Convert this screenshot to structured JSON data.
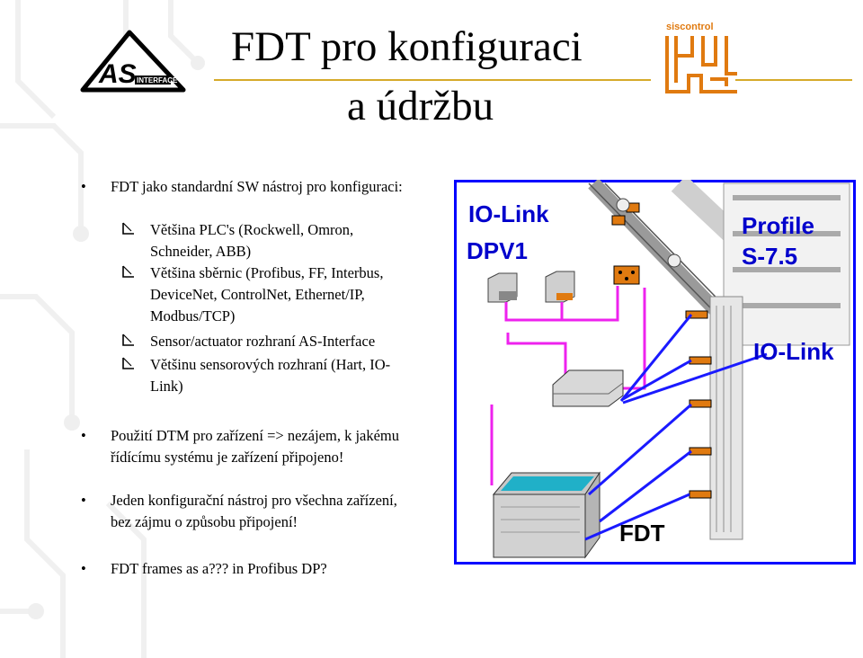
{
  "header": {
    "title_line1": "FDT pro konfiguraci",
    "title_line2": "a údržbu",
    "logo_left_text": "AS",
    "logo_left_small": "INTERFACE",
    "logo_right_text": "siscontrol"
  },
  "content": {
    "items": [
      {
        "level": 1,
        "text": "FDT jako standardní SW nástroj pro konfiguraci:"
      },
      {
        "level": 2,
        "text": "Většina PLC's (Rockwell, Omron, Schneider, ABB)"
      },
      {
        "level": 2,
        "text": "Většina sběrnic (Profibus, FF, Interbus, DeviceNet, ControlNet, Ethernet/IP, Modbus/TCP)"
      },
      {
        "level": 2,
        "text": "Sensor/actuator rozhraní AS-Interface"
      },
      {
        "level": 2,
        "text": "Většinu sensorových rozhraní (Hart, IO-Link)"
      },
      {
        "level": 1,
        "text": "Použití DTM pro zařízení => nezájem, k jakému řídícímu systému je zařízení připojeno!"
      },
      {
        "level": 1,
        "text": "Jeden konfigurační nástroj pro všechna zařízení, bez zájmu o způsobu připojení!"
      },
      {
        "level": 1,
        "text": "FDT frames as a??? in Profibus DP?"
      }
    ]
  },
  "diagram": {
    "labels": {
      "io_link_top": "IO-Link",
      "dpv1": "DPV1",
      "profile": "Profile",
      "s75": "S-7.5",
      "io_link_right": "IO-Link",
      "fdt": "FDT"
    },
    "colors": {
      "frame": "#0000ff",
      "bus": "#ee22ee",
      "link": "#1a1aff",
      "device": "#d4d0c8"
    }
  }
}
